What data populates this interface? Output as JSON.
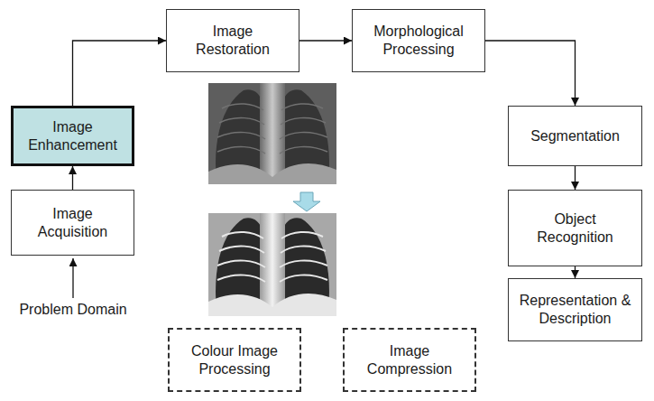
{
  "diagram": {
    "nodes": [
      {
        "text": [
          "Image Restoration"
        ]
      },
      {
        "text": [
          "Morphological Processing"
        ]
      },
      {
        "text": [
          "Image Enhancement"
        ]
      },
      {
        "text": [
          "Segmentation"
        ]
      },
      {
        "text": [
          "Image Acquisition"
        ]
      },
      {
        "text": [
          "Object Recognition"
        ]
      },
      {
        "text": [
          "Representation & Description"
        ]
      },
      {
        "text": [
          "Colour Image Processing"
        ]
      },
      {
        "text": [
          "Image Compression"
        ]
      }
    ],
    "edges": [
      {
        "from": 4,
        "to": 2,
        "arrow": "to"
      },
      {
        "from": 2,
        "to": 0,
        "arrow": "to"
      },
      {
        "from": 0,
        "to": 1,
        "arrow": "to"
      },
      {
        "from": 1,
        "to": 3,
        "arrow": "to"
      },
      {
        "from": 3,
        "to": 5,
        "arrow": "to"
      },
      {
        "from": 5,
        "to": 6,
        "arrow": "to"
      }
    ],
    "labels": [
      "Problem Domain"
    ]
  }
}
